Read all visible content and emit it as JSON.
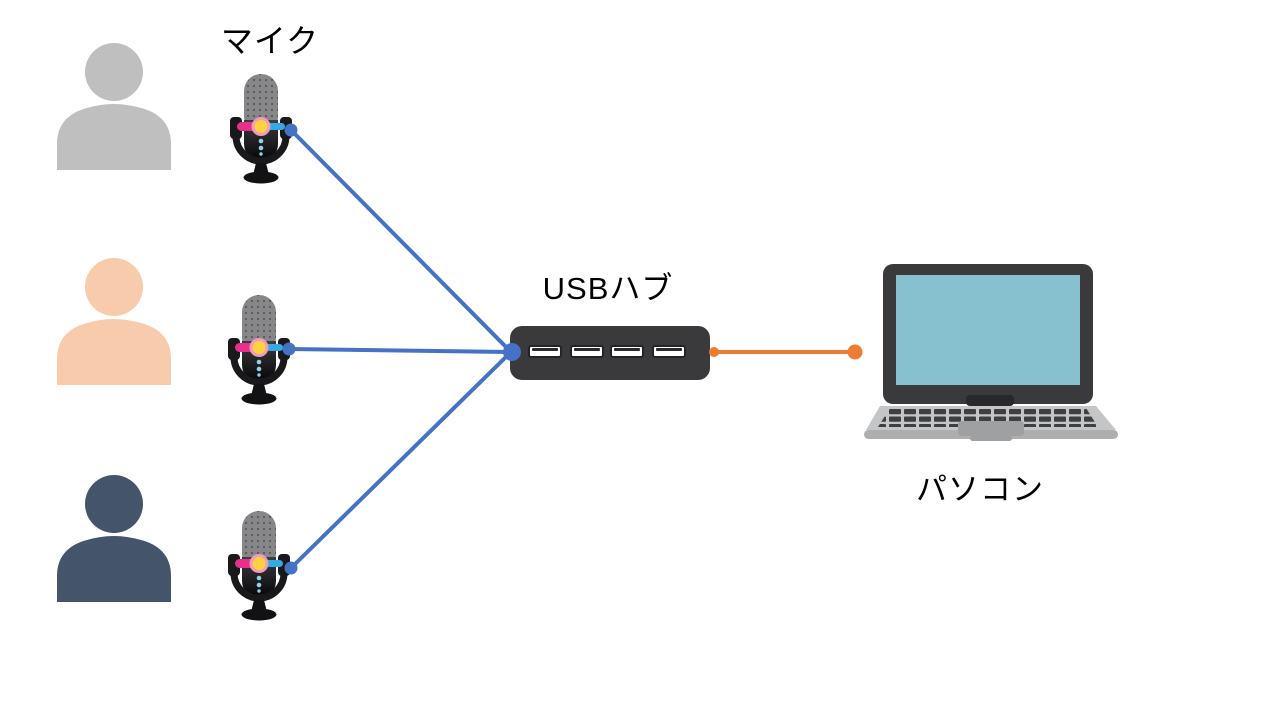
{
  "labels": {
    "microphone": "マイク",
    "usb_hub": "USBハブ",
    "computer": "パソコン"
  },
  "colors": {
    "background": "#FFFFFF",
    "connection_blue": "#4472C4",
    "connection_orange": "#ED7D31",
    "person_gray": "#BFBFBF",
    "person_peach": "#F8CBAD",
    "person_navy": "#44546A",
    "hub_body": "#3A3A3C",
    "laptop_screen": "#87C0CE",
    "label_text": "#000000"
  },
  "diagram": {
    "type": "diagram",
    "nodes": [
      {
        "id": "person-1",
        "kind": "person-silhouette",
        "color": "#BFBFBF"
      },
      {
        "id": "person-2",
        "kind": "person-silhouette",
        "color": "#F8CBAD"
      },
      {
        "id": "person-3",
        "kind": "person-silhouette",
        "color": "#44546A"
      },
      {
        "id": "mic-1",
        "kind": "microphone",
        "group_label": "マイク"
      },
      {
        "id": "mic-2",
        "kind": "microphone",
        "group_label": "マイク"
      },
      {
        "id": "mic-3",
        "kind": "microphone",
        "group_label": "マイク"
      },
      {
        "id": "usb-hub",
        "kind": "usb-hub",
        "label": "USBハブ",
        "ports": 4
      },
      {
        "id": "computer",
        "kind": "laptop",
        "label": "パソコン"
      }
    ],
    "edges": [
      {
        "from": "mic-1",
        "to": "usb-hub",
        "color": "#4472C4",
        "style": "solid-with-endpoint-dots"
      },
      {
        "from": "mic-2",
        "to": "usb-hub",
        "color": "#4472C4",
        "style": "solid-with-endpoint-dots"
      },
      {
        "from": "mic-3",
        "to": "usb-hub",
        "color": "#4472C4",
        "style": "solid-with-endpoint-dots"
      },
      {
        "from": "usb-hub",
        "to": "computer",
        "color": "#ED7D31",
        "style": "solid-with-endpoint-dots"
      }
    ]
  }
}
